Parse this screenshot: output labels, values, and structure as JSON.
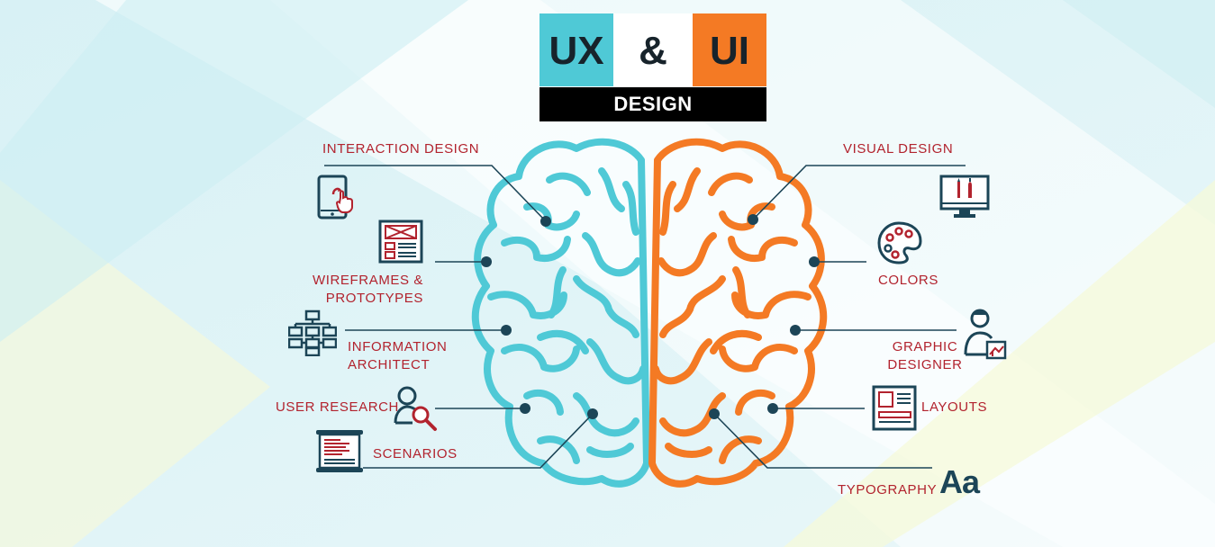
{
  "title": {
    "ux": "UX",
    "amp": "&",
    "ui": "UI",
    "design": "DESIGN"
  },
  "colors": {
    "ux_accent": "#4fc9d6",
    "ui_accent": "#f47a24",
    "label_red": "#b2232e",
    "icon_navy": "#1c4557",
    "background": "#e3f5f7"
  },
  "ux_items": [
    {
      "label": "INTERACTION DESIGN",
      "icon": "tablet-touch-icon"
    },
    {
      "label_lines": [
        "WIREFRAMES &",
        "PROTOTYPES"
      ],
      "icon": "wireframe-icon"
    },
    {
      "label_lines": [
        "INFORMATION",
        "ARCHITECT"
      ],
      "icon": "sitemap-icon"
    },
    {
      "label": "USER RESEARCH",
      "icon": "user-search-icon"
    },
    {
      "label": "SCENARIOS",
      "icon": "scroll-document-icon"
    }
  ],
  "ui_items": [
    {
      "label": "VISUAL DESIGN",
      "icon": "monitor-tools-icon"
    },
    {
      "label": "COLORS",
      "icon": "palette-icon"
    },
    {
      "label_lines": [
        "GRAPHIC",
        "DESIGNER"
      ],
      "icon": "designer-icon"
    },
    {
      "label": "LAYOUTS",
      "icon": "layout-icon"
    },
    {
      "label": "TYPOGRAPHY",
      "icon": "typography-icon",
      "glyph": "Aa"
    }
  ]
}
